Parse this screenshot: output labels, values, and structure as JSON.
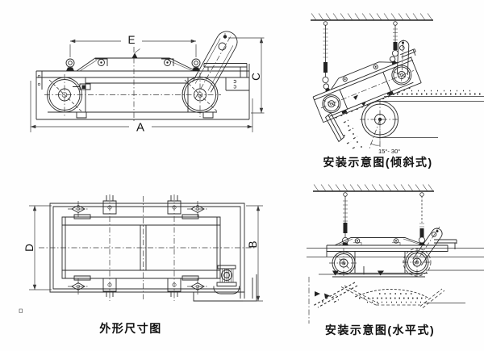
{
  "drawing": {
    "background": "#fefefe",
    "ink": "#2b2b2b",
    "outline_view": {
      "caption": "外形尺寸图",
      "dim_top_span": "E",
      "dim_overall_length": "A",
      "dim_overall_height": "C",
      "dim_frame_width": "D",
      "dim_overall_width": "B"
    },
    "inclined_view": {
      "caption": "安装示意图(倾斜式)",
      "suspension_angle": "15°- 30°"
    },
    "horizontal_view": {
      "caption": "安装示意图(水平式)"
    }
  }
}
